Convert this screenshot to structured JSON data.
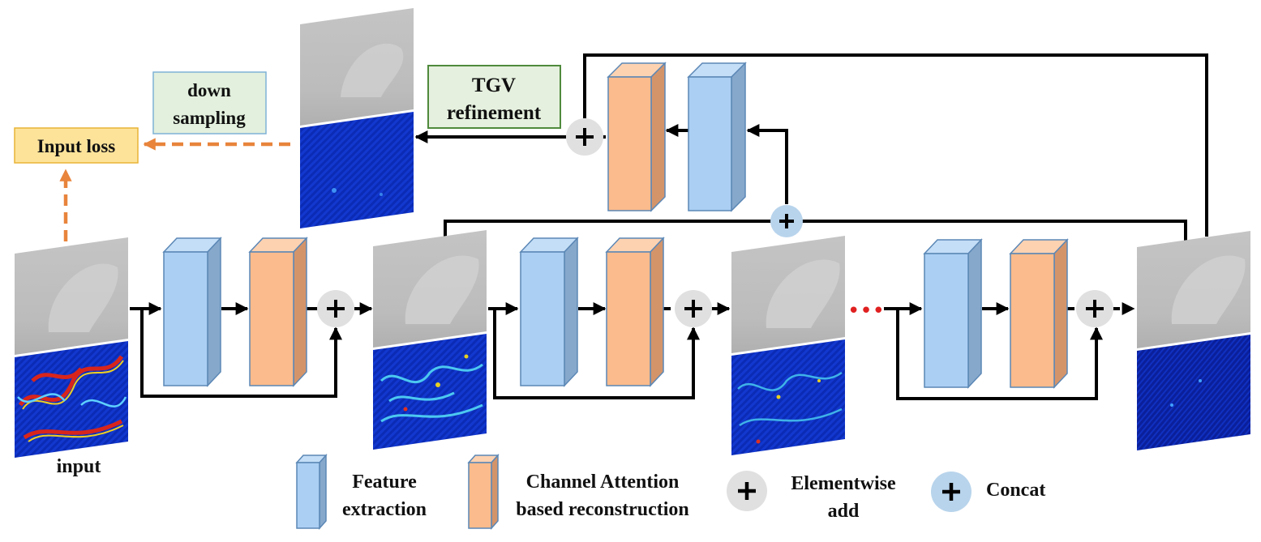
{
  "colors": {
    "feature_front": "#abcff3",
    "feature_side": "#86a8cb",
    "feature_top": "#c4def7",
    "recon_front": "#fbbb8c",
    "recon_side": "#d4946a",
    "recon_top": "#fdd2b1",
    "box_stroke": "#5b87b5",
    "elementwise_bg": "#e0e0e0",
    "concat_bg": "#b8d4ec",
    "loss_arrow": "#e8843c",
    "dots": "#e02020",
    "tgv_bg": "#e5f0de",
    "tgv_border": "#4f8a3c",
    "down_bg": "#e2f0dd",
    "down_border": "#7fb2d6",
    "loss_bg": "#fde39a",
    "loss_border": "#e8b437"
  },
  "labels": {
    "input": "input",
    "input_loss": "Input loss",
    "down_line1": "down",
    "down_line2": "sampling",
    "tgv_line1": "TGV",
    "tgv_line2": "refinement",
    "dots": "•••"
  },
  "legend": {
    "feature_line1": "Feature",
    "feature_line2": "extraction",
    "recon_line1": "Channel Attention",
    "recon_line2": "based reconstruction",
    "add_line1": "Elementwise",
    "add_line2": "add",
    "concat": "Concat"
  },
  "icons": [
    "plus-icon",
    "feature-block-icon",
    "reconstruction-block-icon"
  ]
}
